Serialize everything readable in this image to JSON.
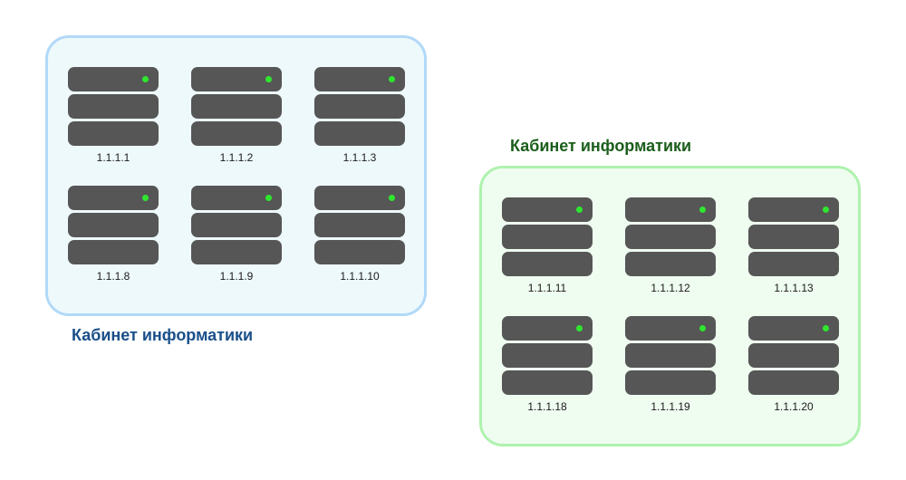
{
  "rooms": [
    {
      "id": "blue",
      "title": "Кабинет информатики",
      "servers": [
        "1.1.1.1",
        "1.1.1.2",
        "1.1.1.3",
        "1.1.1.8",
        "1.1.1.9",
        "1.1.1.10"
      ]
    },
    {
      "id": "green",
      "title": "Кабинет информатики",
      "servers": [
        "1.1.1.11",
        "1.1.1.12",
        "1.1.1.13",
        "1.1.1.18",
        "1.1.1.19",
        "1.1.1.20"
      ]
    }
  ],
  "colors": {
    "server_body": "#565656",
    "server_led": "#2ee62e",
    "blue_room_fill": "#eef9fc",
    "blue_room_border": "#b1d9f8",
    "blue_title": "#1a4f8a",
    "green_room_fill": "#effcf0",
    "green_room_border": "#aef2ae",
    "green_title": "#1c5e1c"
  }
}
